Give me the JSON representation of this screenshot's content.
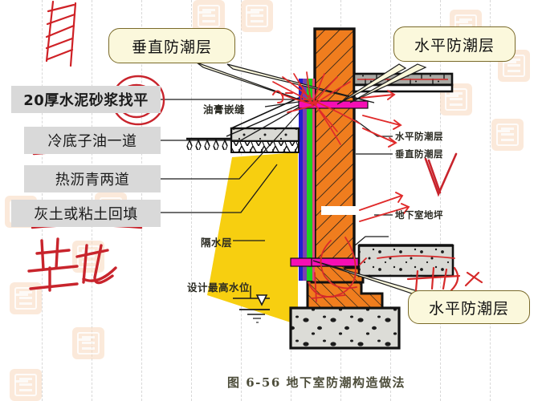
{
  "figure": {
    "title": "图 6-56   地下室防潮构造做法",
    "title_number": "图 6-56",
    "title_text": "地下室防潮构造做法"
  },
  "callouts": [
    {
      "id": "vertical-dampproof-top",
      "label": "垂直防潮层"
    },
    {
      "id": "horizontal-dampproof-top",
      "label": "水平防潮层"
    },
    {
      "id": "horizontal-dampproof-bottom",
      "label": "水平防潮层"
    }
  ],
  "left_labels": [
    {
      "id": "cement-mortar-leveling",
      "label": "20厚水泥砂浆找平",
      "bold": true
    },
    {
      "id": "cold-primer-oil",
      "label": "冷底子油一道",
      "bold": false
    },
    {
      "id": "hot-asphalt-two-coats",
      "label": "热沥青两道",
      "bold": false
    },
    {
      "id": "lime-or-clay-backfill",
      "label": "灰土或粘土回填",
      "bold": false
    }
  ],
  "diagram_labels": [
    {
      "id": "oil-putty-caulking",
      "label": "油膏嵌缝"
    },
    {
      "id": "waterproof-layer",
      "label": "隔水层"
    },
    {
      "id": "design-highest-water",
      "label": "设计最高水位"
    },
    {
      "id": "horizontal-dampproof-small",
      "label": "水平防潮层"
    },
    {
      "id": "vertical-dampproof-small",
      "label": "垂直防潮层"
    },
    {
      "id": "basement-floor",
      "label": "地下室地坪"
    }
  ],
  "handwriting": [
    {
      "id": "hw-base-pit",
      "label": "基坑"
    }
  ],
  "colors": {
    "brick_wall": "#f07d1e",
    "backfill_yellow": "#f7cf10",
    "concrete_gray": "#d7d7d2",
    "dampproof_magenta": "#f50fb4",
    "layer_green": "#1fd11f",
    "layer_purple": "#7a3fb0",
    "layer_blue": "#2020d0",
    "callout_fill": "#fbf8dc",
    "callout_border": "#7a6a2a",
    "label_box": "#d9d9d9",
    "annotation_red": "#d6202a",
    "watermark": "#f8d8bc"
  }
}
